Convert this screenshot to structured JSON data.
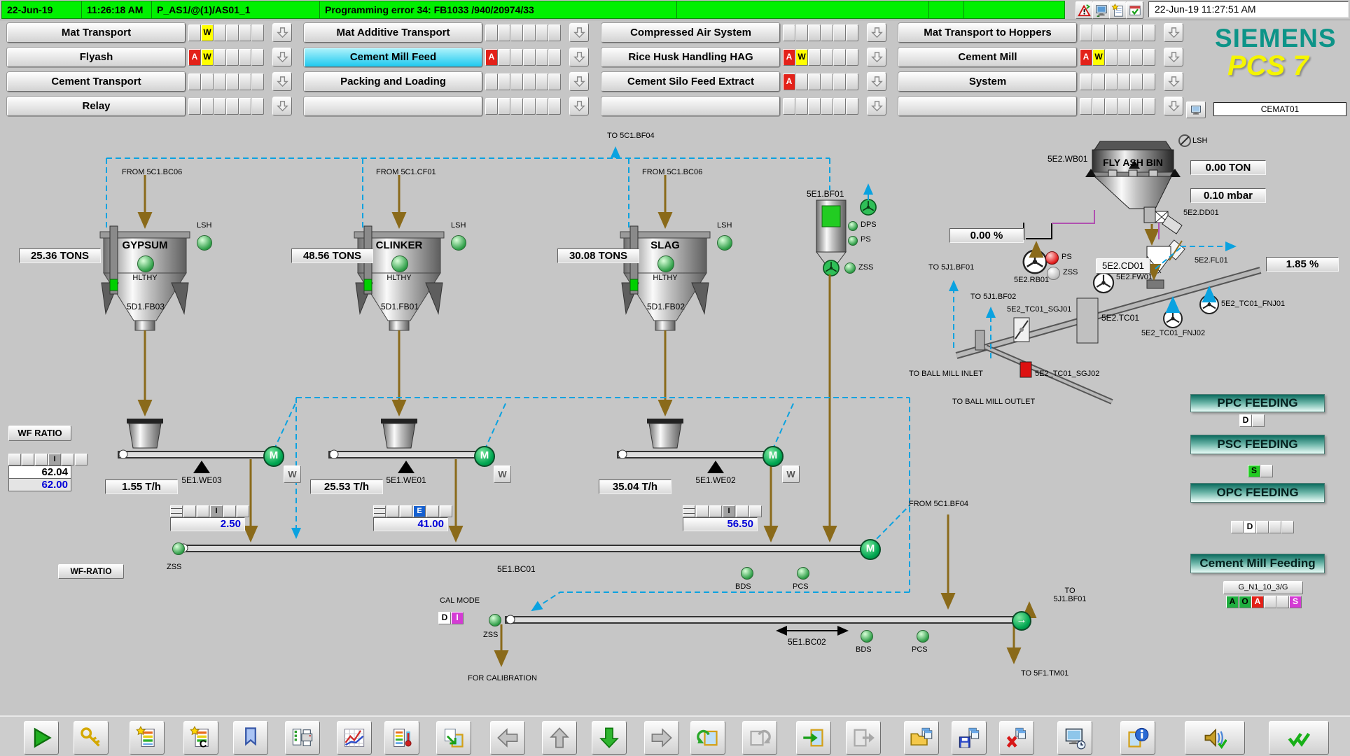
{
  "alarm_bar": {
    "date": "22-Jun-19",
    "time": "11:26:18 AM",
    "source": "P_AS1/@(1)/AS01_1",
    "message": "Programming error 34: FB1033 /940/20974/33",
    "clock": "22-Jun-19 11:27:51 AM"
  },
  "brand": {
    "name": "SIEMENS",
    "product": "PCS 7"
  },
  "station": "CEMAT01",
  "nav": {
    "columns": [
      {
        "rows": [
          {
            "label": "Mat Transport",
            "flags": [
              {
                "slot": 1,
                "t": "W",
                "c": "#ffff00",
                "tc": "#000000"
              }
            ]
          },
          {
            "label": "Flyash",
            "flags": [
              {
                "slot": 0,
                "t": "A",
                "c": "#e32119",
                "tc": "#ffffff"
              },
              {
                "slot": 1,
                "t": "W",
                "c": "#ffff00",
                "tc": "#000000"
              }
            ]
          },
          {
            "label": "Cement Transport",
            "flags": []
          },
          {
            "label": "Relay",
            "flags": []
          }
        ]
      },
      {
        "rows": [
          {
            "label": "Mat Additive Transport",
            "flags": []
          },
          {
            "label": "Cement Mill Feed",
            "active": true,
            "flags": [
              {
                "slot": 0,
                "t": "A",
                "c": "#e32119",
                "tc": "#ffffff"
              }
            ]
          },
          {
            "label": "Packing and Loading",
            "flags": []
          },
          {
            "label": "",
            "flags": []
          }
        ]
      },
      {
        "rows": [
          {
            "label": "Compressed Air System",
            "flags": []
          },
          {
            "label": "Rice Husk Handling HAG",
            "flags": [
              {
                "slot": 0,
                "t": "A",
                "c": "#e32119",
                "tc": "#ffffff"
              },
              {
                "slot": 1,
                "t": "W",
                "c": "#ffff00",
                "tc": "#000000"
              }
            ]
          },
          {
            "label": "Cement Silo Feed Extract",
            "flags": [
              {
                "slot": 0,
                "t": "A",
                "c": "#e32119",
                "tc": "#ffffff"
              }
            ]
          },
          {
            "label": "",
            "flags": []
          }
        ]
      },
      {
        "rows": [
          {
            "label": "Mat Transport to Hoppers",
            "flags": []
          },
          {
            "label": "Cement Mill",
            "flags": [
              {
                "slot": 0,
                "t": "A",
                "c": "#e32119",
                "tc": "#ffffff"
              },
              {
                "slot": 1,
                "t": "W",
                "c": "#ffff00",
                "tc": "#000000"
              }
            ]
          },
          {
            "label": "System",
            "flags": []
          },
          {
            "label": "",
            "flags": []
          }
        ]
      }
    ]
  },
  "hoppers": [
    {
      "name": "GYPSUM",
      "weight": "25.36 TONS",
      "health": "HLTHY",
      "tag": "5D1.FB03",
      "source": "FROM 5C1.BC06",
      "lsh": "LSH"
    },
    {
      "name": "CLINKER",
      "weight": "48.56 TONS",
      "health": "HLTHY",
      "tag": "5D1.FB01",
      "source": "FROM 5C1.CF01",
      "lsh": "LSH"
    },
    {
      "name": "SLAG",
      "weight": "30.08 TONS",
      "health": "HLTHY",
      "tag": "5D1.FB02",
      "source": "FROM 5C1.BC06",
      "lsh": "LSH"
    }
  ],
  "wf_ratio": {
    "button": "WF RATIO",
    "button2": "WF-RATIO",
    "actual": "62.04",
    "setpoint": "62.00",
    "mode": "I"
  },
  "weighfeeders": [
    {
      "tag": "5E1.WE03",
      "flow": "1.55 T/h",
      "setpoint": "2.50",
      "mode": "I",
      "w": "W"
    },
    {
      "tag": "5E1.WE01",
      "flow": "25.53 T/h",
      "setpoint": "41.00",
      "mode": "E",
      "w": "W"
    },
    {
      "tag": "5E1.WE02",
      "flow": "35.04 T/h",
      "setpoint": "56.50",
      "mode": "I",
      "w": "W"
    }
  ],
  "belt_main": {
    "tag": "5E1.BC01",
    "zss": "ZSS",
    "bds": "BDS",
    "pcs": "PCS"
  },
  "belt_cal": {
    "tag": "5E1.BC02",
    "zss": "ZSS",
    "bds": "BDS",
    "pcs": "PCS",
    "cal_mode": "CAL MODE",
    "cells": [
      "D",
      "I"
    ],
    "note": "FOR CALIBRATION"
  },
  "bag_filter": {
    "tag": "5E1.BF01",
    "dps": "DPS",
    "ps": "PS",
    "zss": "ZSS"
  },
  "routes": {
    "to_5c1_bf04": "TO 5C1.BF04",
    "from_5c1_bf04": "FROM 5C1.BF04",
    "to_5j1_bf01": "TO 5J1.BF01",
    "to_5j1_bf02": "TO 5J1.BF02",
    "to_5j1_bf01_cal": "TO\n5J1.BF01",
    "to_5f1_tm01": "TO 5F1.TM01",
    "to_ball_mill_inlet": "TO BALL MILL INLET",
    "to_ball_mill_outlet": "TO BALL MILL OUTLET"
  },
  "flyash": {
    "bin": "FLY ASH BIN",
    "bin_tag": "5E2.WB01",
    "lsh": "LSH",
    "weight": "0.00 TON",
    "pressure": "0.10 mbar",
    "rotary_tag": "5E2.DD01",
    "level": "0.00 %",
    "fan_tag": "5E2.RB01",
    "ps": "PS",
    "zss": "ZSS",
    "cd_tag": "5E2.CD01",
    "fw_tag": "5E2.FW01",
    "fl_tag": "5E2.FL01",
    "fl_value": "1.85 %",
    "tc_tag": "5E2.TC01",
    "sgj1": "5E2_TC01_SGJ01",
    "sgj2": "5E2_TC01_SGJ02",
    "fnj1": "5E2_TC01_FNJ01",
    "fnj2": "5E2_TC01_FNJ02"
  },
  "right_panel": {
    "ppc": {
      "title": "PPC FEEDING",
      "mode": "D"
    },
    "psc": {
      "title": "PSC FEEDING",
      "mode": "S"
    },
    "opc": {
      "title": "OPC FEEDING",
      "mode": "D"
    },
    "mill": {
      "title": "Cement Mill Feeding",
      "tag": "G_N1_10_3/G",
      "cells": [
        {
          "t": "A",
          "c": "#1fae3f"
        },
        {
          "t": "O",
          "c": "#1fae3f"
        },
        {
          "t": "A",
          "c": "#e32119"
        },
        {
          "t": "",
          "c": ""
        },
        {
          "t": "",
          "c": ""
        },
        {
          "t": "S",
          "c": "#d43bd4"
        }
      ]
    }
  },
  "symbols": {
    "motor": "M",
    "belt_arrow": "→"
  },
  "toolbar": [
    "run",
    "key",
    "alarm-list",
    "alarm-list-c",
    "bookmark",
    "print-report",
    "trend",
    "measure-list",
    "picture-change",
    "arrow-left",
    "arrow-up",
    "arrow-down",
    "arrow-right",
    "picture-back",
    "picture-forward",
    "picture-enter",
    "picture-exit",
    "open-picture",
    "save-picture",
    "delete-picture",
    "station-config",
    "picture-info",
    "horn-ack",
    "ack-all"
  ]
}
